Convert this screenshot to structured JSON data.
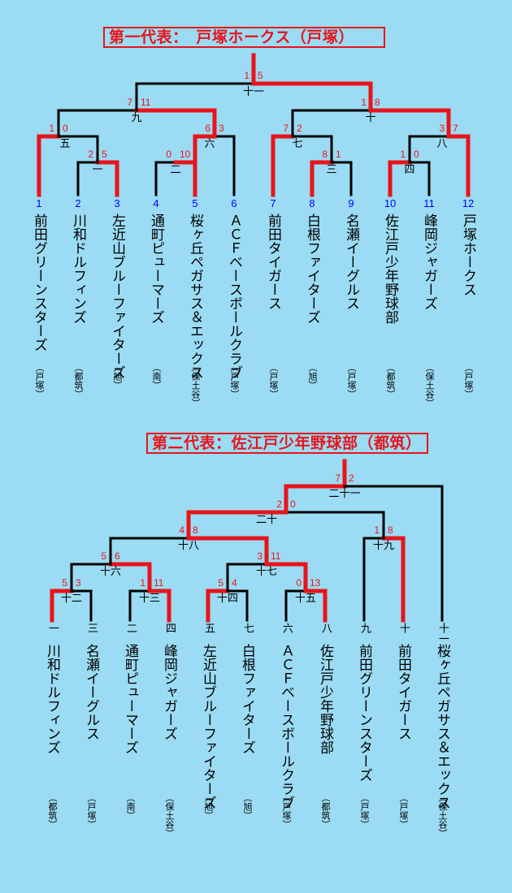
{
  "colors": {
    "background": "#9bdbf3",
    "winner_line": "#e8141a",
    "loser_line": "#000000",
    "team_number": "#0000ff"
  },
  "section1": {
    "title": "第一代表：　戸塚ホークス（戸塚）",
    "teams": [
      {
        "no": "1",
        "name": "前田グリーンスターズ",
        "loc": "（戸塚）"
      },
      {
        "no": "2",
        "name": "川和ドルフィンズ",
        "loc": "（都筑）"
      },
      {
        "no": "3",
        "name": "左近山ブルーファイターズ",
        "loc": "（旭）"
      },
      {
        "no": "4",
        "name": "通町ピューマーズ",
        "loc": "（南）"
      },
      {
        "no": "5",
        "name": "桜ヶ丘ペガサス＆エックス",
        "loc": "（保土谷）"
      },
      {
        "no": "6",
        "name": "ＡＣＦベースボールクラブ",
        "loc": "（戸塚）"
      },
      {
        "no": "7",
        "name": "前田タイガース",
        "loc": "（戸塚）"
      },
      {
        "no": "8",
        "name": "白根ファイターズ",
        "loc": "（旭）"
      },
      {
        "no": "9",
        "name": "名瀬イーグルス",
        "loc": "（戸塚）"
      },
      {
        "no": "10",
        "name": "佐江戸少年野球部",
        "loc": "（都筑）"
      },
      {
        "no": "11",
        "name": "峰岡ジャガーズ",
        "loc": "（保土谷）"
      },
      {
        "no": "12",
        "name": "戸塚ホークス",
        "loc": "（戸塚）"
      }
    ],
    "matches": [
      {
        "id": "一",
        "label": "一",
        "score_left": "2",
        "score_right": "5"
      },
      {
        "id": "二",
        "label": "二",
        "score_left": "0",
        "score_right": "10"
      },
      {
        "id": "三",
        "label": "三",
        "score_left": "8",
        "score_right": "1"
      },
      {
        "id": "四",
        "label": "四",
        "score_left": "1",
        "score_right": "0"
      },
      {
        "id": "五",
        "label": "五",
        "score_left": "1",
        "score_right": "0"
      },
      {
        "id": "六",
        "label": "六",
        "score_left": "6",
        "score_right": "3"
      },
      {
        "id": "七",
        "label": "七",
        "score_left": "7",
        "score_right": "2"
      },
      {
        "id": "八",
        "label": "八",
        "score_left": "3",
        "score_right": "7"
      },
      {
        "id": "九",
        "label": "九",
        "score_left": "7",
        "score_right": "11"
      },
      {
        "id": "十",
        "label": "十",
        "score_left": "1",
        "score_right": "8"
      },
      {
        "id": "十一",
        "label": "十一",
        "score_left": "1",
        "score_right": "5"
      }
    ]
  },
  "section2": {
    "title": "第二代表：佐江戸少年野球部（都筑）",
    "slots": [
      {
        "label": "一",
        "name": "川和ドルフィンズ",
        "loc": "（都筑）"
      },
      {
        "label": "三",
        "name": "名瀬イーグルス",
        "loc": "（戸塚）"
      },
      {
        "label": "二",
        "name": "通町ピューマーズ",
        "loc": "（南）"
      },
      {
        "label": "四",
        "name": "峰岡ジャガーズ",
        "loc": "（保土谷）"
      },
      {
        "label": "五",
        "name": "左近山ブルーファイターズ",
        "loc": "（旭）"
      },
      {
        "label": "七",
        "name": "白根ファイターズ",
        "loc": "（旭）"
      },
      {
        "label": "六",
        "name": "ＡＣＦベースボールクラブ",
        "loc": "（戸塚）"
      },
      {
        "label": "八",
        "name": "佐江戸少年野球部",
        "loc": "（都筑）"
      },
      {
        "label": "九",
        "name": "前田グリーンスターズ",
        "loc": "（戸塚）"
      },
      {
        "label": "十",
        "name": "前田タイガース",
        "loc": "（戸塚）"
      },
      {
        "label": "十一",
        "name": "桜ヶ丘ペガサス＆エックス",
        "loc": "（保土谷）"
      }
    ],
    "matches": [
      {
        "id": "十二",
        "label": "十二",
        "score_left": "5",
        "score_right": "3"
      },
      {
        "id": "十三",
        "label": "十三",
        "score_left": "1",
        "score_right": "11"
      },
      {
        "id": "十四",
        "label": "十四",
        "score_left": "5",
        "score_right": "4"
      },
      {
        "id": "十五",
        "label": "十五",
        "score_left": "0",
        "score_right": "13"
      },
      {
        "id": "十六",
        "label": "十六",
        "score_left": "5",
        "score_right": "6"
      },
      {
        "id": "十七",
        "label": "十七",
        "score_left": "3",
        "score_right": "11"
      },
      {
        "id": "十八",
        "label": "十八",
        "score_left": "4",
        "score_right": "8"
      },
      {
        "id": "十九",
        "label": "十九",
        "score_left": "1",
        "score_right": "8"
      },
      {
        "id": "二十",
        "label": "二十",
        "score_left": "2",
        "score_right": "0"
      },
      {
        "id": "二十一",
        "label": "二十一",
        "score_left": "7",
        "score_right": "2"
      }
    ]
  }
}
